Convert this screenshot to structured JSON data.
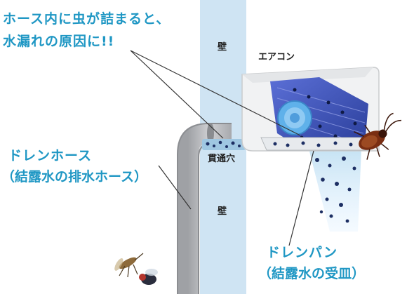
{
  "headline": {
    "line1": "ホース内に虫が詰まると、",
    "line2": "水漏れの原因に!!"
  },
  "labels": {
    "wall_top": "壁",
    "wall_bottom": "壁",
    "aircon": "エアコン",
    "through_hole": "貫通穴",
    "drain_hose": "ドレンホース",
    "drain_hose_sub": "（結露水の排水ホース）",
    "drain_pan": "ドレンパン",
    "drain_pan_sub": "（結露水の受皿）"
  },
  "colors": {
    "accent_text": "#1f97c4",
    "wall": "#cfe4f3",
    "aircon_body": "#f1f2f3",
    "hose": "#b9babd",
    "droplets": "#1d2f63"
  }
}
